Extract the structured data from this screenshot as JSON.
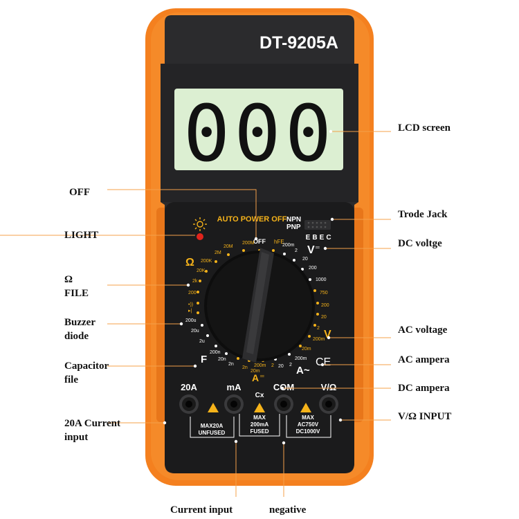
{
  "device": {
    "model": "DT-9205A",
    "lcd_digits": "000",
    "auto_power_off": "AUTO POWER OFF",
    "npn": "NPN",
    "pnp": "PNP",
    "transistor_pins": [
      "E",
      "B",
      "E",
      "C"
    ],
    "dial_labels": {
      "off": "OFF",
      "hfe": "hFE",
      "ohm_symbol": "Ω",
      "ohm_ranges": [
        "200M",
        "20M",
        "2M",
        "200K",
        "20K",
        "2k",
        "200"
      ],
      "cap_ranges": [
        "200u",
        "20u",
        "2u",
        "200n",
        "20n",
        "2n"
      ],
      "dca_ranges": [
        "2n",
        "20m",
        "200m",
        "2"
      ],
      "farad": "F",
      "dcv_symbol": "V",
      "dcv_ranges": [
        "200m",
        "2",
        "20",
        "200",
        "1000"
      ],
      "acv_ranges": [
        "750",
        "200",
        "20",
        "2",
        "200m"
      ],
      "acv_symbol": "V",
      "aca_ranges": [
        "20m",
        "200m",
        "2",
        "20"
      ],
      "aca_symbol": "A~",
      "dca_symbol": "A"
    },
    "ports": {
      "p20a": "20A",
      "ma": "mA",
      "cx": "Cx",
      "com": "COM",
      "vohm": "V/Ω"
    },
    "warnings": {
      "max20a": "MAX20A",
      "unfused": "UNFUSED",
      "max": "MAX",
      "max200ma": "200mA",
      "fused": "FUSED",
      "ac750": "AC750V",
      "dc1000": "DC1000V"
    },
    "ce_mark": "CE"
  },
  "callouts": {
    "lcd_screen": "LCD screen",
    "off": "OFF",
    "trode_jack": "Trode Jack",
    "light": "LIGHT",
    "dc_voltage": "DC voltge",
    "ohm": "Ω",
    "file": "FILE",
    "buzzer": "Buzzer",
    "diode": "diode",
    "ac_voltage": "AC voltage",
    "capacitor": "Capacitor",
    "cap_file": "file",
    "ac_ampera": "AC ampera",
    "dc_ampera": "DC ampera",
    "vohm_input": "V/Ω INPUT",
    "current_20a": "20A Current",
    "current_20a_2": "input",
    "current_input": "Current input",
    "negative": "negative"
  },
  "colors": {
    "orange": "#f4801f",
    "body": "#2b2b2d",
    "panel": "#161616",
    "lcd": "#dcefd2",
    "accent_yellow": "#f6b31a",
    "led_red": "#e0241c"
  }
}
